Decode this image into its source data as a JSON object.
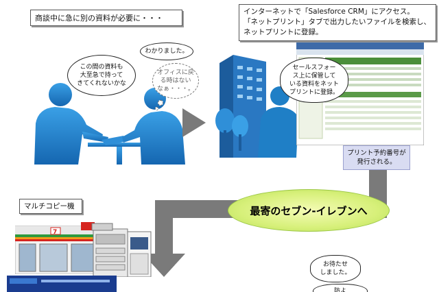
{
  "top_left_caption": "商談中に急に別の資料が必要に・・・",
  "top_right_caption": {
    "line1": "インターネットで「Salesforce CRM」にアクセス。",
    "line2": "「ネットプリント」タブで出力したいファイルを検索し、",
    "line3": "ネットプリントに登録。"
  },
  "bubble_customer": {
    "line1": "この間の資料も",
    "line2": "大至急で持って",
    "line3": "きてくれないかな"
  },
  "bubble_sales": "わかりました。",
  "thought_sales": {
    "line1": "オフィスに戻",
    "line2": "る時はない",
    "line3": "なぁ・・・。"
  },
  "bubble_office": {
    "line1": "セールスフォー",
    "line2": "ス上に保管して",
    "line3": "いる資料をネット",
    "line4": "プリントに登録。"
  },
  "note_print_number": {
    "line1": "プリント予約番号が",
    "line2": "発行される。"
  },
  "ellipse_label": "最寄のセブン-イレブンへ",
  "multicopy_label": "マルチコピー機",
  "bubble_waiting": {
    "line1": "お待たせ",
    "line2": "しました。"
  },
  "bubble_partial": "防よ",
  "colors": {
    "arrow": "#7a7a7a",
    "silhouette": "#1f7fc6",
    "note_bg": "#d9dcf2",
    "ellipse": "#d7f07a"
  }
}
